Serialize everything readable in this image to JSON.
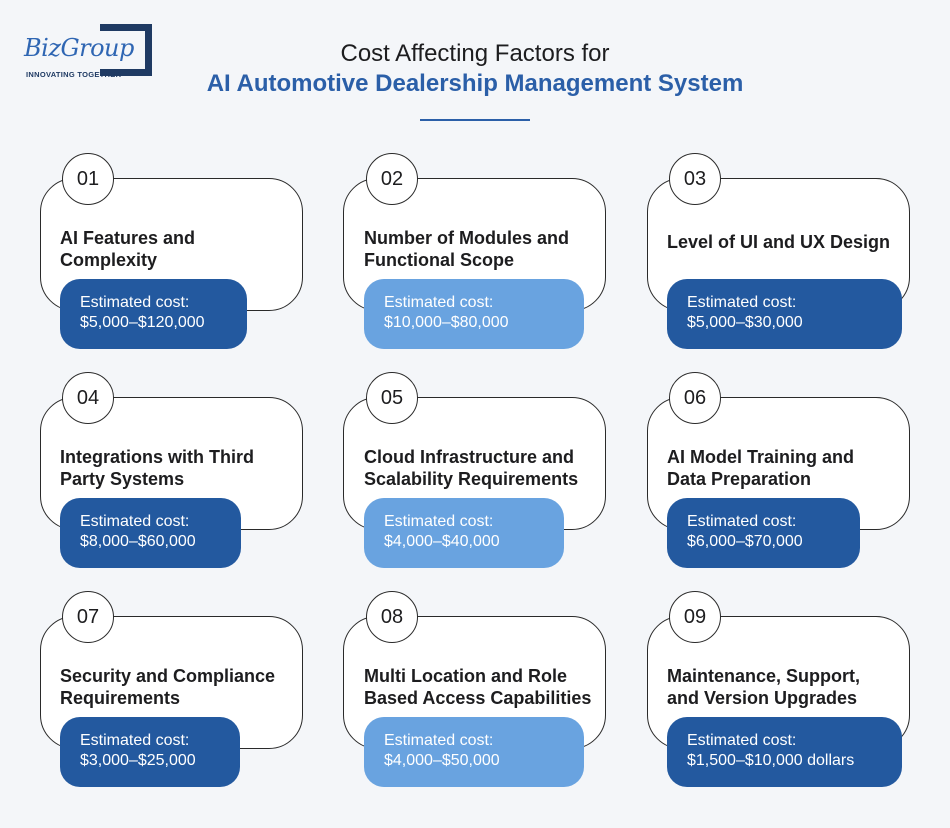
{
  "logo": {
    "wordmark": "BizGroup",
    "tagline": "INNOVATING TOGETHER"
  },
  "header": {
    "line1": "Cost Affecting Factors for",
    "line2": "AI Automotive Dealership Management System"
  },
  "colors": {
    "accent": "#2b5fa8",
    "cost_dark": "#23599f",
    "cost_light": "#69a3e0"
  },
  "cost_label": "Estimated cost:",
  "factors": [
    {
      "number": "01",
      "title_line1": "AI Features and",
      "title_line2": "Complexity",
      "cost": "$5,000–$120,000",
      "style": "dark"
    },
    {
      "number": "02",
      "title_line1": "Number of Modules and",
      "title_line2": "Functional Scope",
      "cost": "$10,000–$80,000",
      "style": "light"
    },
    {
      "number": "03",
      "title_line1": "Level of UI and UX Design",
      "title_line2": "",
      "cost": "$5,000–$30,000",
      "style": "dark"
    },
    {
      "number": "04",
      "title_line1": "Integrations with Third",
      "title_line2": "Party Systems",
      "cost": "$8,000–$60,000",
      "style": "dark"
    },
    {
      "number": "05",
      "title_line1": "Cloud Infrastructure and",
      "title_line2": "Scalability Requirements",
      "cost": "$4,000–$40,000",
      "style": "light"
    },
    {
      "number": "06",
      "title_line1": "AI Model Training and",
      "title_line2": "Data Preparation",
      "cost": "$6,000–$70,000",
      "style": "dark"
    },
    {
      "number": "07",
      "title_line1": "Security and Compliance",
      "title_line2": "Requirements",
      "cost": "$3,000–$25,000",
      "style": "dark"
    },
    {
      "number": "08",
      "title_line1": "Multi Location and Role",
      "title_line2": "Based Access Capabilities",
      "cost": "$4,000–$50,000",
      "style": "light"
    },
    {
      "number": "09",
      "title_line1": "Maintenance, Support,",
      "title_line2": "and Version Upgrades",
      "cost": "$1,500–$10,000 dollars",
      "style": "dark"
    }
  ]
}
